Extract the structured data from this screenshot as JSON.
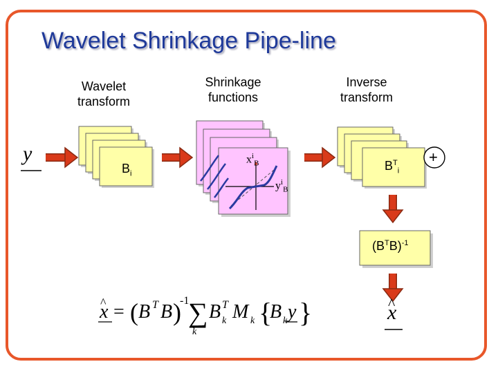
{
  "title": "Wavelet Shrinkage Pipe-line",
  "labels": {
    "wavelet_transform": [
      "Wavelet",
      "transform"
    ],
    "shrinkage_functions": [
      "Shrinkage",
      "functions"
    ],
    "inverse_transform": [
      "Inverse",
      "transform"
    ]
  },
  "input_symbol": "y",
  "output_symbol": "x",
  "block_b": {
    "base": "B",
    "sub": "i"
  },
  "block_bt": {
    "base": "B",
    "sup": "T",
    "sub": "i"
  },
  "shrink_x": {
    "base": "x",
    "sup": "i",
    "sub": "B"
  },
  "shrink_y": {
    "base": "y",
    "sup": "i",
    "sub": "B"
  },
  "normalizer": {
    "open": "(B",
    "sup1": "T",
    "mid": "B)",
    "sup2": "-1"
  },
  "plus_symbol": "+",
  "colors": {
    "title": "#1f3a9a",
    "frame": "#e8572a",
    "arrow": "#d93a1a",
    "yellow_block": "#ffffa8",
    "pink_block": "#ffc4ff",
    "curve": "#2a3aa0"
  },
  "formula_alt": "x̂ = (BᵀB)⁻¹ Σₖ Bₖᵀ Mₖ{Bₖ y}"
}
